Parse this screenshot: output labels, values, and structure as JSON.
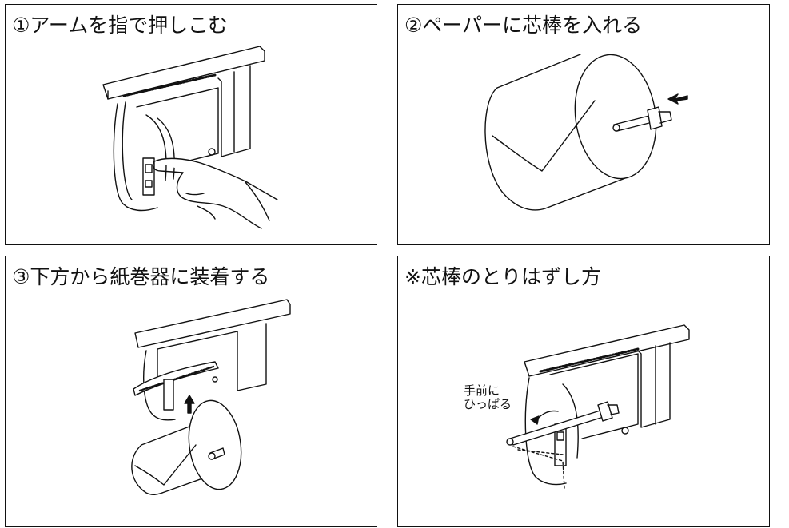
{
  "panels": [
    {
      "title": "①アームを指で押しこむ"
    },
    {
      "title": "②ペーパーに芯棒を入れる"
    },
    {
      "title": "③下方から紙巻器に装着する"
    },
    {
      "title": "※芯棒のとりはずし方",
      "callout": "手前に\nひっぱる"
    }
  ]
}
